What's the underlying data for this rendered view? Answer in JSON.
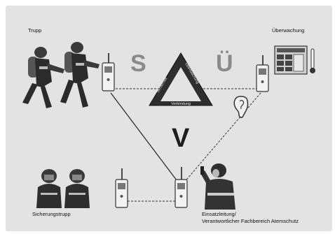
{
  "labels": {
    "trupp": "Trupp",
    "ueberwachung": "Überwachung",
    "sicherungstrupp": "Sicherungstrupp",
    "einsatzleitung_line1": "Einsatzleitung/",
    "einsatzleitung_line2": "Verantwortlicher Fachbereich Atemschutz"
  },
  "letters": {
    "s": "S",
    "ue": "Ü",
    "v": "V"
  },
  "triangle": {
    "left": "Sicherheit",
    "right": "Überwachung",
    "bottom": "Verbindung"
  },
  "icons": [
    "radio-icon",
    "firefighter-icon",
    "monitor-board-icon",
    "ear-icon",
    "thermometer-icon"
  ],
  "colors": {
    "background": "#e3e3e3",
    "letters": "#8a8a8a",
    "triangle_fill": "#2e2e2e",
    "dark": "#222222"
  }
}
